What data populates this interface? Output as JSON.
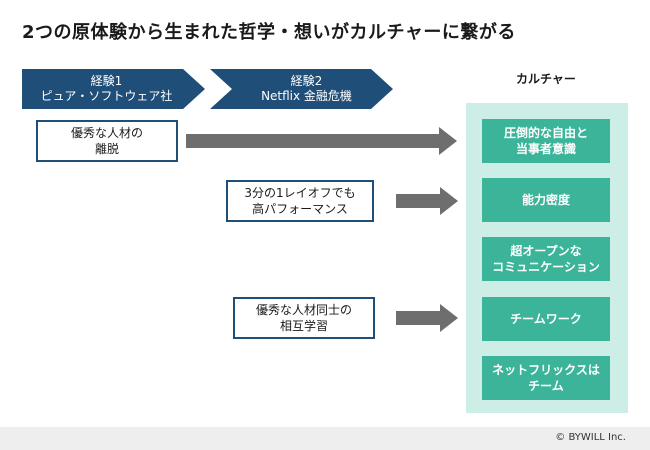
{
  "title": "2つの原体験から生まれた哲学・想いがカルチャーに繋がる",
  "experiences": [
    {
      "line1": "経験1",
      "line2": "ピュア・ソフトウェア社"
    },
    {
      "line1": "経験2",
      "line2": "Netflix 金融危機"
    }
  ],
  "culture_header": "カルチャー",
  "left_boxes": [
    {
      "line1": "優秀な人材の",
      "line2": "離脱"
    },
    {
      "line1": "3分の1レイオフでも",
      "line2": "高パフォーマンス"
    },
    {
      "line1": "優秀な人材同士の",
      "line2": "相互学習"
    }
  ],
  "culture_items": [
    {
      "line1": "圧倒的な自由と",
      "line2": "当事者意識"
    },
    {
      "line1": "能力密度",
      "line2": ""
    },
    {
      "line1": "超オープンな",
      "line2": "コミュニケーション"
    },
    {
      "line1": "チームワーク",
      "line2": ""
    },
    {
      "line1": "ネットフリックスは",
      "line2": "チーム"
    }
  ],
  "footer": {
    "copyright": "© BYWILL Inc."
  }
}
